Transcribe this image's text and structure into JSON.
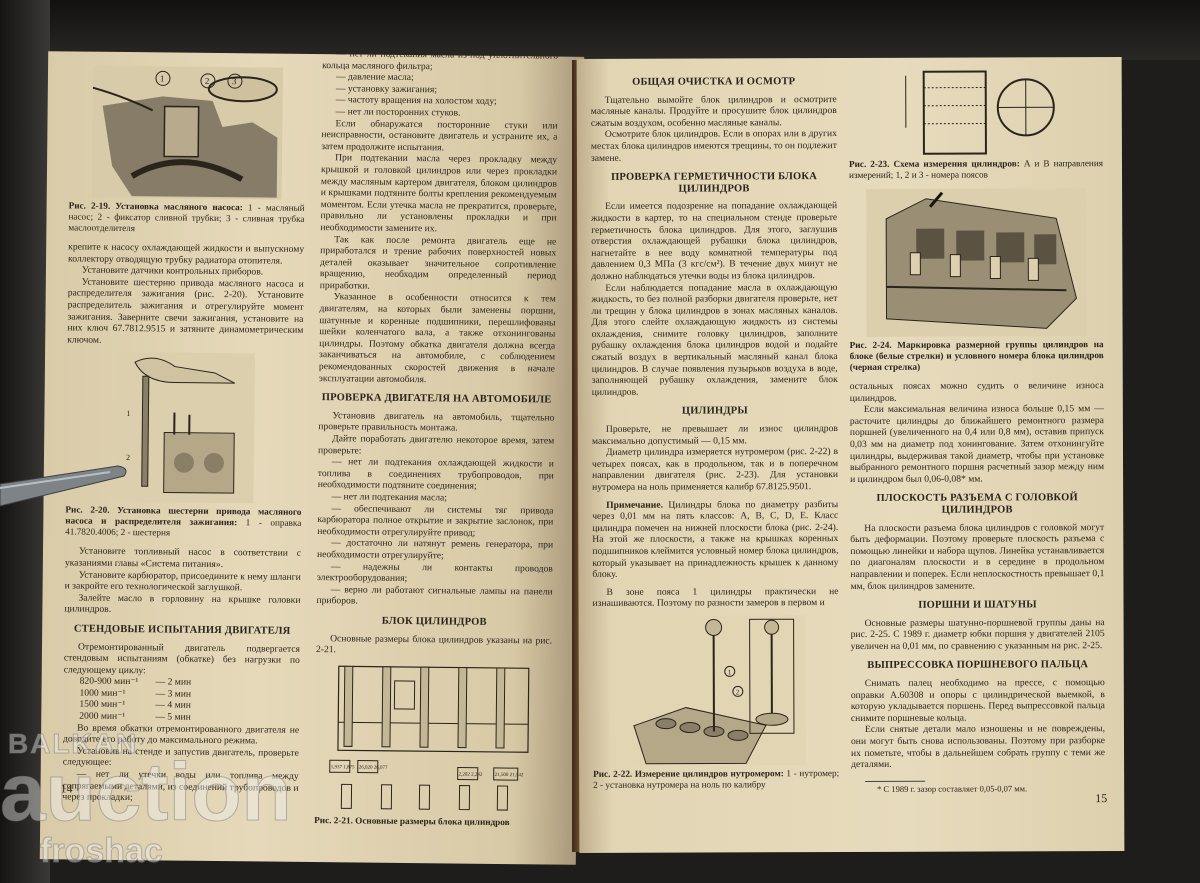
{
  "document": {
    "left_page": {
      "page_number": "14",
      "fig_2_19": {
        "callouts": [
          "1",
          "2",
          "3"
        ],
        "caption_bold": "Рис. 2-19. Установка масляного насоса:",
        "caption_rest": " 1 - масляный насос; 2 - фиксатор сливной трубки; 3 - сливная трубка маслоотделителя"
      },
      "col1_text_a": [
        "крепите к насосу охлаждающей жидкости и выпускному коллектору отводящую трубку радиатора отопителя.",
        "Установите датчики контрольных приборов.",
        "Установите шестерню привода масляного насоса и распределителя зажигания (рис. 2-20). Установите распределитель зажигания и отрегулируйте момент зажигания. Заверните свечи зажигания, установите на них ключ 67.7812.9515 и затяните динамометрическим ключом."
      ],
      "fig_2_20": {
        "callouts": [
          "1",
          "2"
        ],
        "caption_bold": "Рис. 2-20. Установка шестерни привода масляного насоса и распределителя зажигания:",
        "caption_rest": " 1 - оправка 41.7820.4006; 2 - шестерня"
      },
      "col1_text_b": [
        "Установите топливный насос в соответствии с указаниями главы «Система питания».",
        "Установите карбюратор, присоедините к нему шланги и закройте его технологической заглушкой.",
        "Залейте масло в горловину на крышке головки цилиндров."
      ],
      "heading_bench_tests": "СТЕНДОВЫЕ ИСПЫТАНИЯ ДВИГАТЕЛЯ",
      "bench_intro": "Отремонтированный двигатель подвергается стендовым испытаниям (обкатке) без нагрузки по следующему циклу:",
      "bench_cycle": [
        {
          "speed": "820-900 мин⁻¹",
          "time": "— 2 мин"
        },
        {
          "speed": "1000 мин⁻¹",
          "time": "— 3 мин"
        },
        {
          "speed": "1500 мин⁻¹",
          "time": "— 4 мин"
        },
        {
          "speed": "2000 мин⁻¹",
          "time": "— 5 мин"
        }
      ],
      "bench_after": [
        "Во время обкатки отремонтированного двигателя не доводите его работу до максимального режима.",
        "Установив на стенде и запустив двигатель, проверьте следующее:",
        "— нет ли утечки воды или топлива между сопрягаемыми деталями, из соединений трубопроводов и через прокладки;"
      ],
      "col2_text_a": [
        "— нет ли подтекания масла из-под уплотнительного кольца масляного фильтра;",
        "— давление масла;",
        "— установку зажигания;",
        "— частоту вращения на холостом ходу;",
        "— нет ли посторонних стуков."
      ],
      "col2_text_b": [
        "Если обнаружатся посторонние стуки или неисправности, остановите двигатель и устраните их, а затем продолжите испытания.",
        "При подтекании масла через прокладку между крышкой и головкой цилиндров или через прокладки между масляным картером двигателя, блоком цилиндров и крышками подтяните болты крепления рекомендуемым моментом. Если утечка масла не прекратится, проверьте, правильно ли установлены прокладки и при необходимости замените их.",
        "Так как после ремонта двигатель еще не приработался и трение рабочих поверхностей новых деталей оказывает значительное сопротивление вращению, необходим определенный период приработки.",
        "Указанное в особенности относится к тем двигателям, на которых были заменены поршни, шатунные и коренные подшипники, перешлифованы шейки коленчатого вала, а также отхонингованы цилиндры. Поэтому обкатка двигателя должна всегда заканчиваться на автомобиле, с соблюдением рекомендованных скоростей движения в начале эксплуатации автомобиля."
      ],
      "heading_vehicle_check": "ПРОВЕРКА ДВИГАТЕЛЯ НА АВТОМОБИЛЕ",
      "vehicle_check_text": [
        "Установив двигатель на автомобиль, тщательно проверьте правильность монтажа.",
        "Дайте поработать двигателю некоторое время, затем проверьте:",
        "— нет ли подтекания охлаждающей жидкости и топлива в соединениях трубопроводов, при необходимости подтяните соединения;",
        "— нет ли подтекания масла;",
        "— обеспечивают ли системы тяг привода карбюратора полное открытие и закрытие заслонок, при необходимости отрегулируйте привод;",
        "— достаточно ли натянут ремень генератора, при необходимости отрегулируйте;",
        "— надежны ли контакты проводов электрооборудования;",
        "— верно ли работают сигнальные лампы на панели приборов."
      ],
      "heading_cylinder_block": "БЛОК ЦИЛИНДРОВ",
      "cylinder_block_text": "Основные размеры блока цилиндров указаны на рис. 2-21.",
      "fig_2_21": {
        "dim_labels": [
          "1,937 1,875",
          "26,020 26,077",
          "2,202 2,242",
          "21,500 21,542"
        ],
        "caption_bold": "Рис. 2-21. Основные размеры блока цилиндров"
      }
    },
    "right_page": {
      "page_number": "15",
      "heading_cleaning": "ОБЩАЯ ОЧИСТКА И ОСМОТР",
      "cleaning_text": [
        "Тщательно вымойте блок цилиндров и осмотрите масляные каналы. Продуйте и просушите блок цилиндров сжатым воздухом, особенно масляные каналы.",
        "Осмотрите блок цилиндров. Если в опорах или в других местах блока цилиндров имеются трещины, то он подлежит замене."
      ],
      "heading_tightness": "ПРОВЕРКА ГЕРМЕТИЧНОСТИ БЛОКА ЦИЛИНДРОВ",
      "tightness_text": [
        "Если имеется подозрение на попадание охлаждающей жидкости в картер, то на специальном стенде проверьте герметичность блока цилиндров. Для этого, заглушив отверстия охлаждающей рубашки блока цилиндров, нагнетайте в нее воду комнатной температуры под давлением 0,3 МПа (3 кгс/см²). В течение двух минут не должно наблюдаться утечки воды из блока цилиндров.",
        "Если наблюдается попадание масла в охлаждающую жидкость, то без полной разборки двигателя проверьте, нет ли трещин у блока цилиндров в зонах масляных каналов. Для этого слейте охлаждающую жидкость из системы охлаждения, снимите головку цилиндров, заполните рубашку охлаждения блока цилиндров водой и подайте сжатый воздух в вертикальный масляный канал блока цилиндров. В случае появления пузырьков воздуха в воде, заполняющей рубашку охлаждения, замените блок цилиндров."
      ],
      "heading_cylinders": "ЦИЛИНДРЫ",
      "cylinders_text": [
        "Проверьте, не превышает ли износ цилиндров максимально допустимый — 0,15 мм.",
        "Диаметр цилиндра измеряется нутромером (рис. 2-22) в четырех поясах, как в продольном, так и в поперечном направлении двигателя (рис. 2-23). Для установки нутромера на ноль применяется калибр 67.8125.9501."
      ],
      "note_bold": "Примечание.",
      "note_text": " Цилиндры блока по диаметру разбиты через 0,01 мм на пять классов: A, B, C, D, E. Класс цилиндра помечен на нижней плоскости блока (рис. 2-24). На этой же плоскости, а также на крышках коренных подшипников клеймится условный номер блока цилиндров, который указывает на принадлежность крышек к данному блоку.",
      "zone_text": "В зоне пояса 1 цилиндры практически не изнашиваются. Поэтому по разности замеров в первом и",
      "fig_2_22": {
        "callouts": [
          "1",
          "2"
        ],
        "caption_bold": "Рис. 2-22. Измерение цилиндров нутромером:",
        "caption_rest": " 1 - нутромер; 2 - установка нутромера на ноль по калибру"
      },
      "fig_2_23": {
        "caption_bold": "Рис. 2-23. Схема измерения цилиндров:",
        "caption_rest": " А и В направления измерений; 1, 2 и 3 - номера поясов"
      },
      "fig_2_24": {
        "caption_bold": "Рис. 2-24. Маркировка размерной группы цилиндров на блоке (белые стрелки) и условного номера блока цилиндров (черная стрелка)"
      },
      "wear_text": [
        "остальных поясах можно судить о величине износа цилиндров.",
        "Если максимальная величина износа больше 0,15 мм — расточите цилиндры до ближайшего ремонтного размера поршней (увеличенного на 0,4 или 0,8 мм), оставив припуск 0,03 мм на диаметр под хонингование. Затем отхонингуйте цилиндры, выдерживая такой диаметр, чтобы при установке выбранного ремонтного поршня расчетный зазор между ним и цилиндром был 0,06-0,08* мм."
      ],
      "heading_mating_plane": "ПЛОСКОСТЬ РАЗЪЕМА С ГОЛОВКОЙ ЦИЛИНДРОВ",
      "mating_plane_text": "На плоскости разъема блока цилиндров с головкой могут быть деформации. Поэтому проверьте плоскость разъема с помощью линейки и набора щупов. Линейка устанавливается по диагоналям плоскости и в середине в продольном направлении и поперек. Если неплоскостность превышает 0,1 мм, блок цилиндров замените.",
      "heading_pistons": "ПОРШНИ И ШАТУНЫ",
      "pistons_text": "Основные размеры шатунно-поршневой группы даны на рис. 2-25. С 1989 г. диаметр юбки поршня у двигателей 2105 увеличен на 0,01 мм, по сравнению с указанным на рис. 2-25.",
      "heading_pin_press": "ВЫПРЕССОВКА ПОРШНЕВОГО ПАЛЬЦА",
      "pin_press_text": [
        "Снимать палец необходимо на прессе, с помощью оправки А.60308 и опоры с цилиндрической выемкой, в которую укладывается поршень. Перед выпрессовкой пальца снимите поршневые кольца.",
        "Если снятые детали мало изношены и не повреждены, они могут быть снова использованы. Поэтому при разборке их пометьте, чтобы в дальнейшем собрать группу с теми же деталями."
      ],
      "footnote": "* С 1989 г. зазор составляет 0,05-0,07 мм."
    }
  },
  "watermark": {
    "line1": "BALKAN",
    "line2": "auction",
    "line3": "froshac"
  },
  "colors": {
    "paper": "#e3d6b6",
    "ink": "#2a241b",
    "background": "#1e1d1b"
  }
}
